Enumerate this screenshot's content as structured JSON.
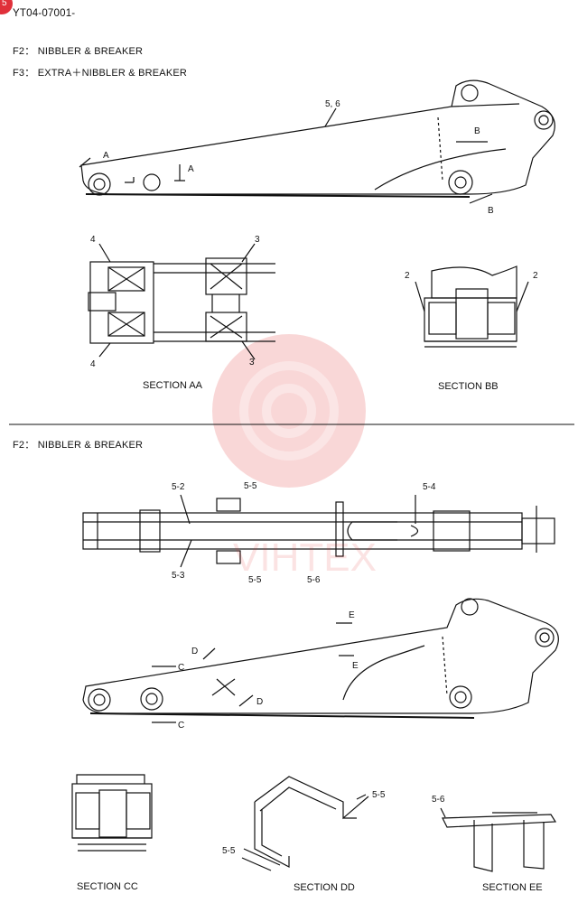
{
  "header": {
    "part_number": "YT04-07001-",
    "badge_text": "5",
    "line1": "F2： NIBBLER & BREAKER",
    "line2": "F3： EXTRA＋NIBBLER & BREAKER",
    "line3": "F2： NIBBLER & BREAKER"
  },
  "callouts": {
    "top_boom": "5, 6",
    "arrow_a": "A",
    "arrow_b": "B",
    "aa_3": "3",
    "aa_4": "4",
    "bb_2": "2",
    "c52": "5-2",
    "c53": "5-3",
    "c54": "5-4",
    "c55": "5-5",
    "c56": "5-6",
    "arrow_c": "C",
    "arrow_d": "D",
    "arrow_e": "E"
  },
  "sections": {
    "aa": "SECTION AA",
    "bb": "SECTION BB",
    "cc": "SECTION CC",
    "dd": "SECTION DD",
    "ee": "SECTION EE"
  },
  "watermark": "VIHTEX"
}
